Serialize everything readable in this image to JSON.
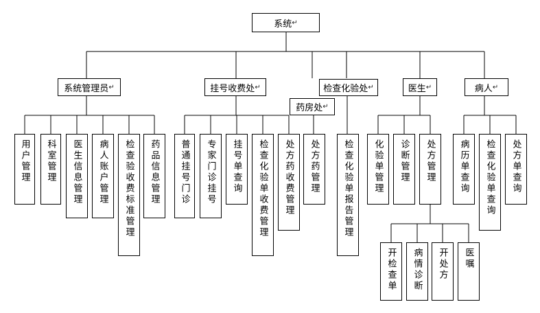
{
  "diagram": {
    "root": "系统",
    "level1": {
      "admin": "系统管理员",
      "registration": "挂号收费处",
      "lab": "检查化验处",
      "pharmacy": "药房处",
      "doctor": "医生",
      "patient": "病人"
    },
    "admin_children": [
      "用户管理",
      "科室管理",
      "医生信息管理",
      "病人账户管理",
      "检查验收费标准管理",
      "药品信息管理"
    ],
    "registration_children": [
      "普通挂号门诊",
      "专家门诊挂号",
      "挂号单查询",
      "检查化验单收费管理",
      "处方药收费管理"
    ],
    "pharmacy_children": [
      "处方药管理"
    ],
    "lab_children": [
      "检查化验单报告管理"
    ],
    "doctor_children": [
      "化验单管理",
      "诊断管理",
      "处方管理"
    ],
    "prescription_children": [
      "开检查单",
      "病情诊断",
      "开处方",
      "医嘱"
    ],
    "patient_children": [
      "病历单查询",
      "检查化验单查询",
      "处方单查询"
    ],
    "paragraph_mark": "↵"
  }
}
